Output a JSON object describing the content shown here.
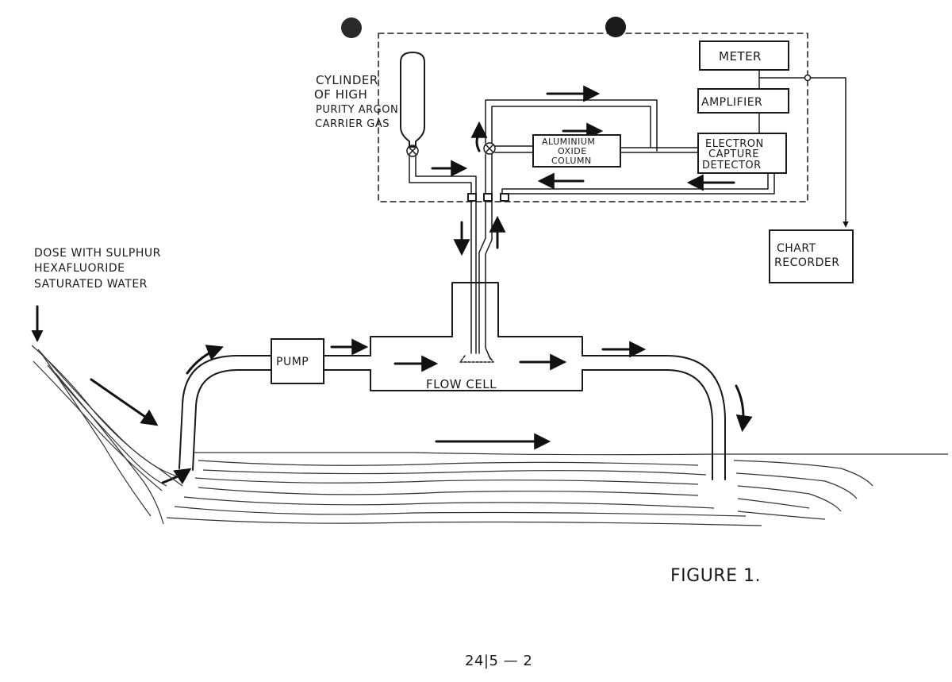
{
  "labels": {
    "cylinder": [
      "CYLINDER",
      "OF HIGH",
      "PURITY ARGON",
      "CARRIER GAS"
    ],
    "dose": [
      "DOSE WITH SULPHUR",
      "HEXAFLUORIDE",
      "SATURATED WATER"
    ],
    "meter": "METER",
    "amplifier": "AMPLIFIER",
    "detector": [
      "ELECTRON",
      "CAPTURE",
      "DETECTOR"
    ],
    "column": [
      "ALUMINIUM",
      "OXIDE",
      "COLUMN"
    ],
    "chart_recorder": [
      "CHART",
      "RECORDER"
    ],
    "pump": "PUMP",
    "flow_cell": "FLOW CELL",
    "figure_title": "FIGURE 1.",
    "page_number": "24|5 — 2"
  },
  "colors": {
    "ink": "#1a1a1a",
    "paper": "#ffffff",
    "punch_hole": "#2a2a2a"
  }
}
